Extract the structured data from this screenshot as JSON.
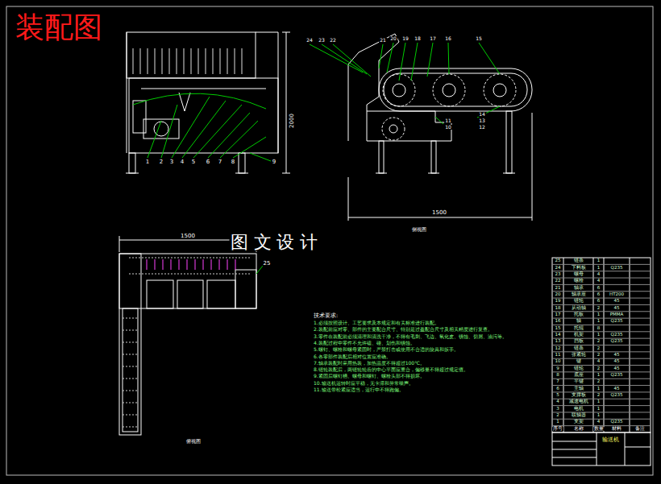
{
  "diagram": {
    "title": "装配图",
    "labels": [
      "图 文 设 计",
      "2000",
      "1500",
      "1500",
      "25",
      "侧视图",
      "俯视图",
      "1",
      "2",
      "3",
      "4",
      "5",
      "6",
      "7",
      "8",
      "9",
      "24",
      "23",
      "22",
      "21",
      "20",
      "19",
      "18",
      "17",
      "16",
      "15",
      "14",
      "13",
      "12",
      "11",
      "10",
      "技术要求:",
      "1.必须按照设计、工艺要求及本规定和有关标准进行装配。",
      "2.装配前应对零、部件的主要配合尺寸、特别是过盈配合尺寸及相关精度进行复查。",
      "3.零件在装配前必须清理和清洗干净，不得有毛刺、飞边、氧化皮、锈蚀、切屑、油污等。",
      "4.装配过程中零件不允许磕、碰、划伤和锈蚀。",
      "5.螺钉、螺栓和螺母紧固时，严禁打击或使用不合适的旋具和扳手。",
      "6.各零部件装配后相对位置应准确。",
      "7.轴承装配时采用热装，加热温度不得超过100℃。",
      "8.链轮装配后，两链轮轮齿的中心平面应重合，偏移量不得超过规定值。",
      "9.紧固后螺钉槽、螺母和螺钉、螺栓头部不得损坏。",
      "10.输送机运转时应平稳，无卡滞和异常噪声。",
      "11.输送带松紧应适当，运行中不得跑偏。",
      "25",
      "链条",
      "1",
      "24",
      "下料板",
      "1",
      "Q235",
      "23",
      "螺母",
      "4",
      "22",
      "螺栓",
      "4",
      "21",
      "轴承",
      "6",
      "20",
      "轴承座",
      "6",
      "HT200",
      "19",
      "链轮",
      "6",
      "45",
      "18",
      "从动轴",
      "2",
      "45",
      "17",
      "托板",
      "1",
      "PMMA",
      "16",
      "轴",
      "1",
      "Q235",
      "15",
      "托辊",
      "8",
      "14",
      "机架",
      "1",
      "Q235",
      "13",
      "挡板",
      "2",
      "Q235",
      "12",
      "链条",
      "2",
      "11",
      "张紧轮",
      "2",
      "45",
      "10",
      "键",
      "4",
      "45",
      "9",
      "链轮",
      "2",
      "45",
      "8",
      "底座",
      "1",
      "Q235",
      "7",
      "平键",
      "2",
      "6",
      "主轴",
      "1",
      "45",
      "5",
      "支撑板",
      "2",
      "Q235",
      "4",
      "减速电机",
      "1",
      "3",
      "电机",
      "1",
      "2",
      "联轴器",
      "1",
      "1",
      "支架",
      "4",
      "Q235",
      "序号",
      "名称",
      "数量",
      "材料",
      "备注",
      "输送机"
    ]
  }
}
